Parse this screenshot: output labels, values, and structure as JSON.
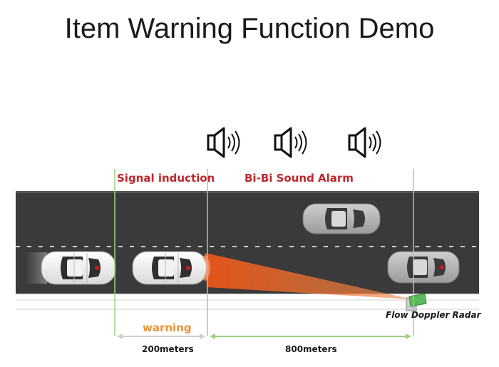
{
  "title": "Item Warning Function Demo",
  "labels": {
    "signal_induction": "Signal induction",
    "sound_alarm": "Bi-Bi Sound Alarm",
    "radar": "Flow  Doppler Radar",
    "warning": "warning",
    "dist_near": "200meters",
    "dist_far": "800meters"
  },
  "colors": {
    "road": "#3a3a3a",
    "label_red": "#c0262e",
    "warning_orange": "#e8953a",
    "guide_green": "#9bd27f",
    "radar_green": "#5cb85c",
    "beam": "#e2541a"
  },
  "icons": [
    "speaker-icon",
    "speaker-icon",
    "speaker-icon"
  ]
}
